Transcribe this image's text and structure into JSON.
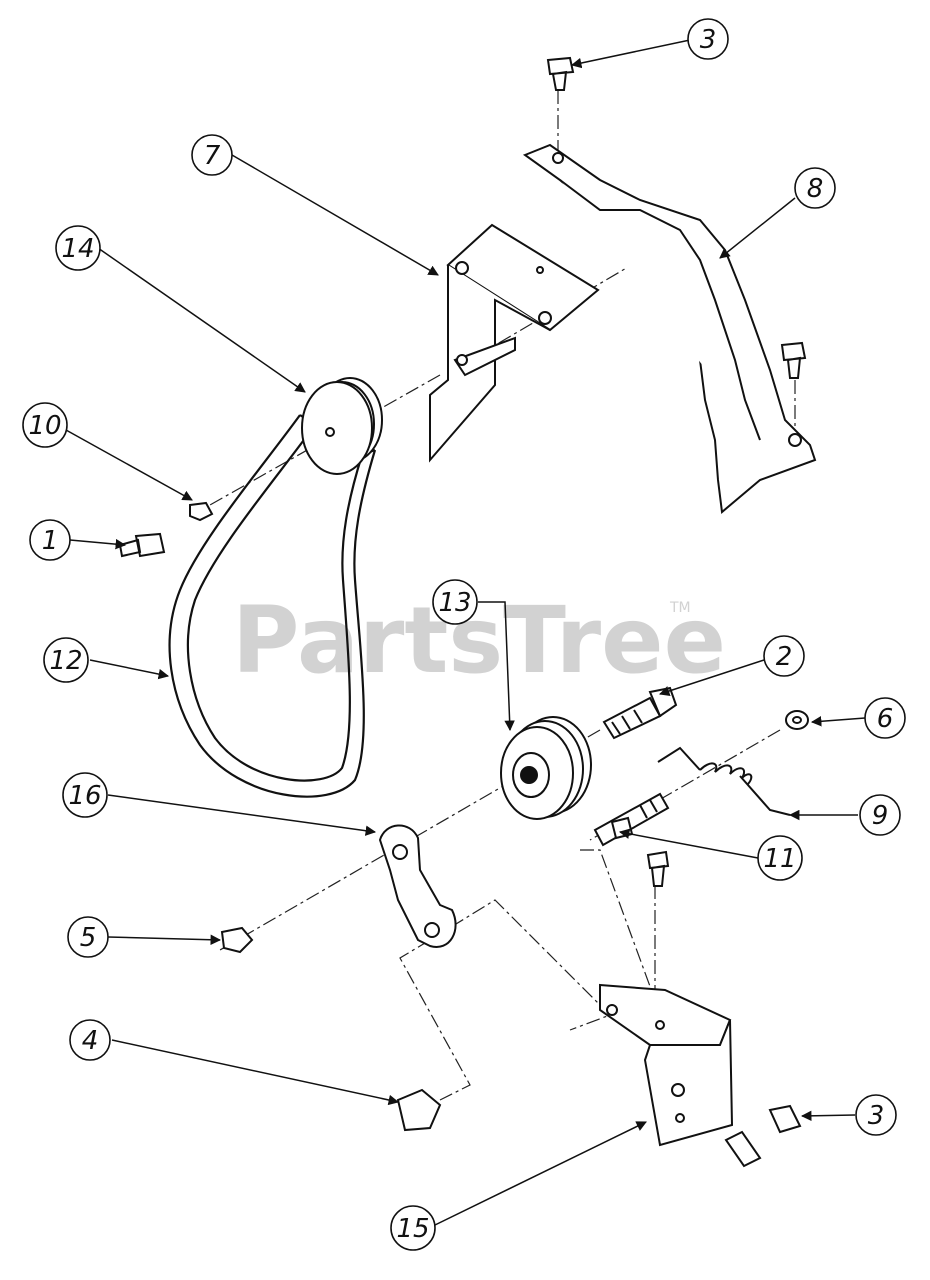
{
  "watermark": {
    "text": "PartsTree",
    "trademark": "TM"
  },
  "callouts": [
    {
      "id": "c3a",
      "label": "3"
    },
    {
      "id": "c7",
      "label": "7"
    },
    {
      "id": "c8",
      "label": "8"
    },
    {
      "id": "c14",
      "label": "14"
    },
    {
      "id": "c10",
      "label": "10"
    },
    {
      "id": "c1",
      "label": "1"
    },
    {
      "id": "c13",
      "label": "13"
    },
    {
      "id": "c2",
      "label": "2"
    },
    {
      "id": "c12",
      "label": "12"
    },
    {
      "id": "c6",
      "label": "6"
    },
    {
      "id": "c16",
      "label": "16"
    },
    {
      "id": "c9",
      "label": "9"
    },
    {
      "id": "c11",
      "label": "11"
    },
    {
      "id": "c5",
      "label": "5"
    },
    {
      "id": "c4",
      "label": "4"
    },
    {
      "id": "c3b",
      "label": "3"
    },
    {
      "id": "c15",
      "label": "15"
    }
  ]
}
